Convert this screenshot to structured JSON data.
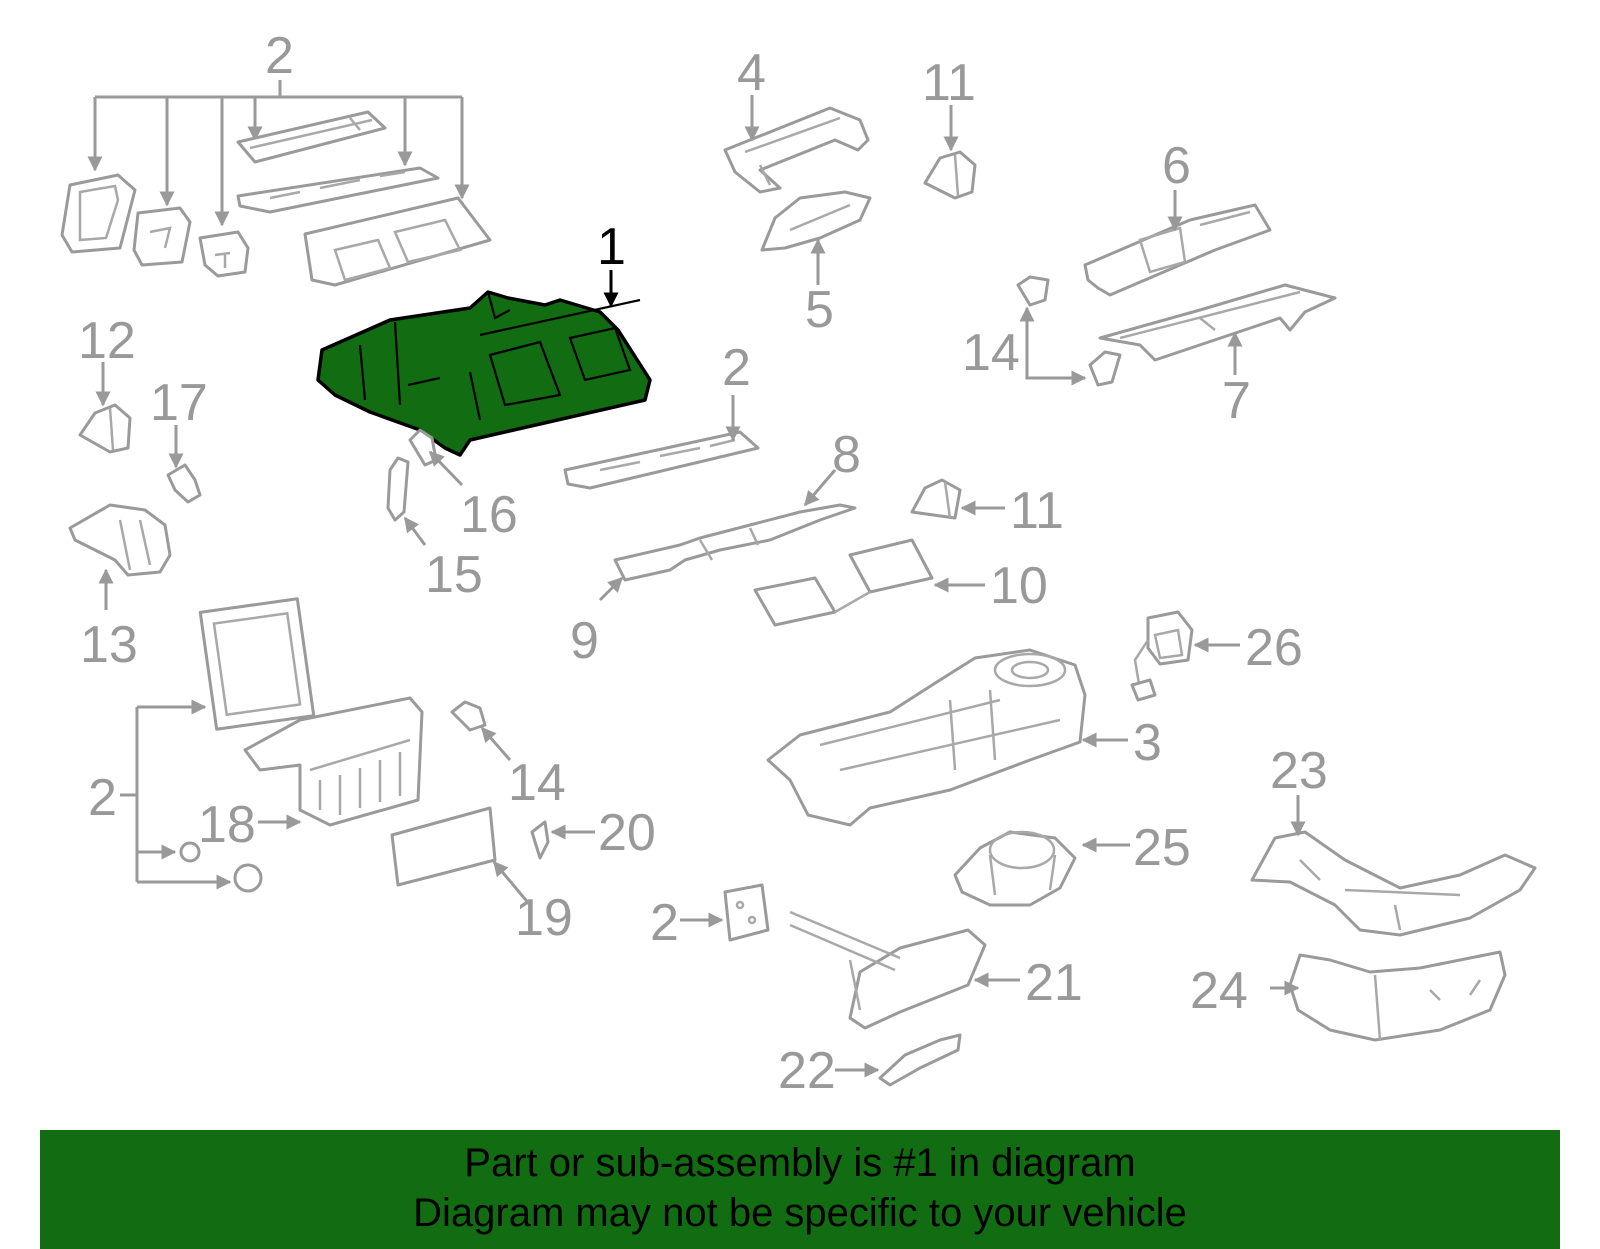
{
  "diagram": {
    "highlighted_callout": "1",
    "callouts": {
      "c1": "1",
      "c2a": "2",
      "c2b": "2",
      "c2c": "2",
      "c2d": "2",
      "c3": "3",
      "c4": "4",
      "c5": "5",
      "c6": "6",
      "c7": "7",
      "c8": "8",
      "c9": "9",
      "c10": "10",
      "c11a": "11",
      "c11b": "11",
      "c12": "12",
      "c13": "13",
      "c14a": "14",
      "c14b": "14",
      "c15": "15",
      "c16": "16",
      "c17": "17",
      "c18": "18",
      "c19": "19",
      "c20": "20",
      "c21": "21",
      "c22": "22",
      "c23": "23",
      "c24": "24",
      "c25": "25",
      "c26": "26"
    },
    "colors": {
      "highlight": "#126d12",
      "line": "#999999",
      "outline": "#000000"
    }
  },
  "banner": {
    "line1": "Part or sub-assembly is #1 in diagram",
    "line2": "Diagram may not be specific to your vehicle"
  }
}
